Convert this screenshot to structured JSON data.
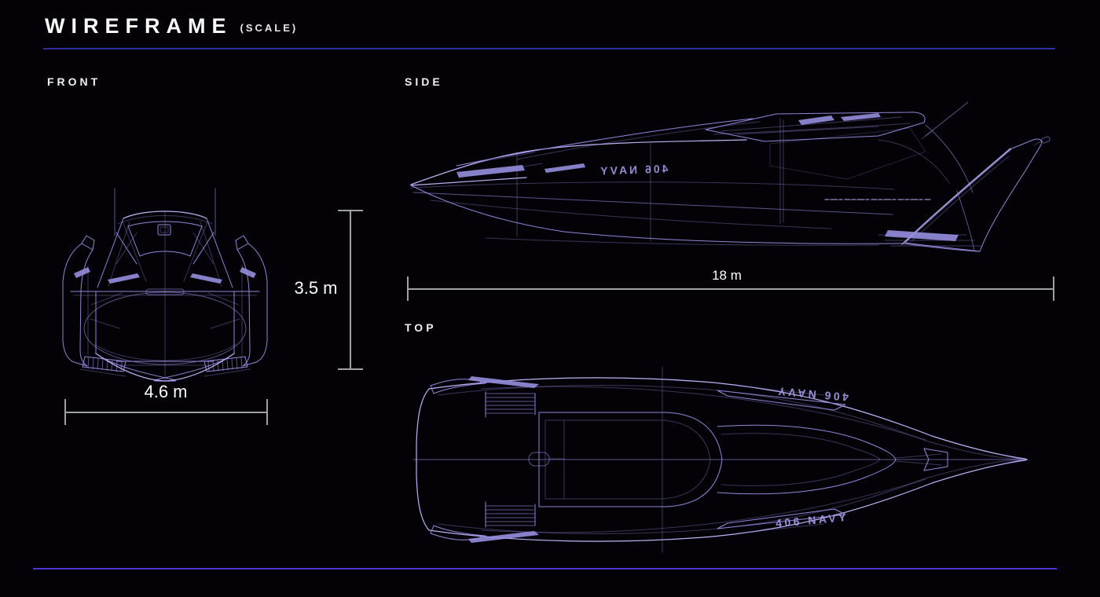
{
  "header": {
    "title": "WIREFRAME",
    "subtitle": "(SCALE)"
  },
  "views": {
    "front": {
      "label": "FRONT"
    },
    "side": {
      "label": "SIDE"
    },
    "top": {
      "label": "TOP"
    }
  },
  "dimensions": {
    "height": {
      "value": "3.5 m"
    },
    "beam": {
      "value": "4.6 m"
    },
    "length": {
      "value": "18 m"
    }
  },
  "hull_markings": {
    "top_view_upper": "406 NAVY",
    "top_view_lower": "406 NAVY",
    "side_view_mirrored": "406 NAVY"
  },
  "colors": {
    "background": "#050207",
    "wireframe": "#8f88da",
    "wireframe_bright": "#bab4f6",
    "rule_top": "#2e2d9d",
    "rule_bottom": "#4836cf",
    "dimension_line": "#9fa0a4",
    "text": "#f2f2f4"
  }
}
